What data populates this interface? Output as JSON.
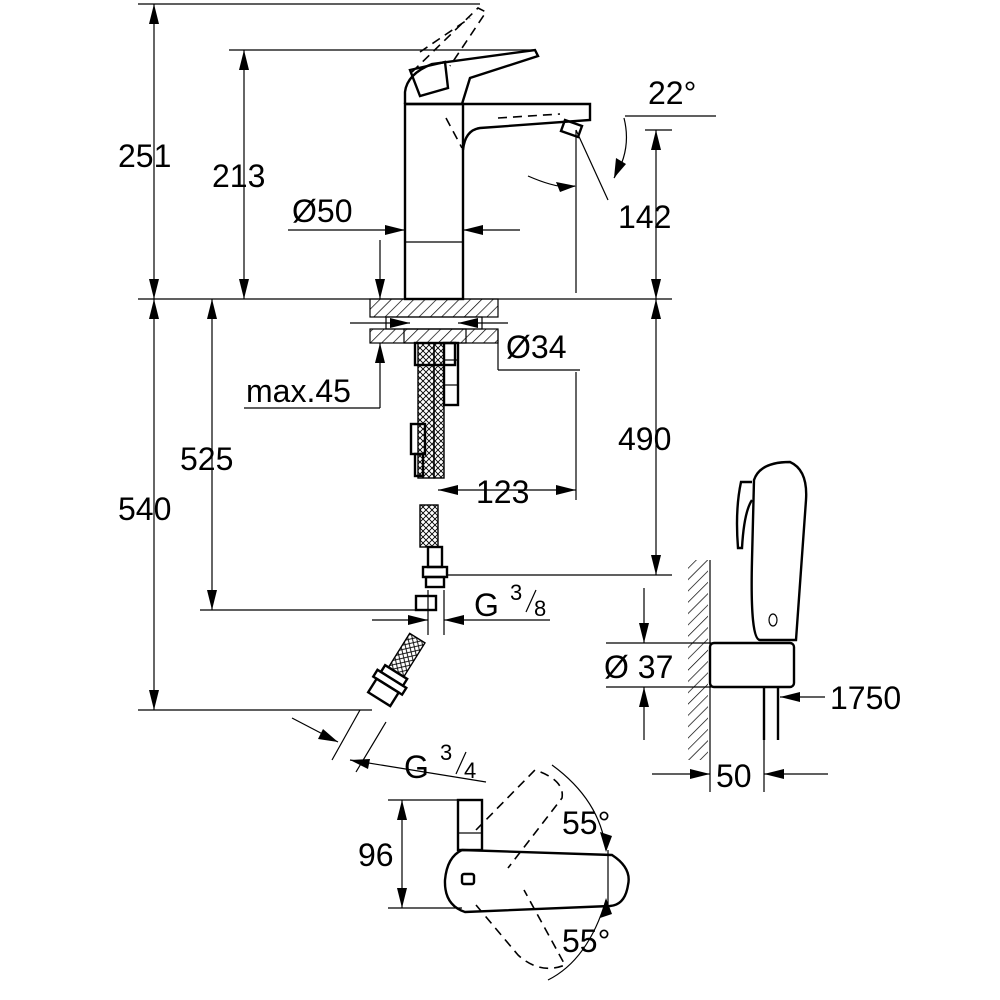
{
  "dimensions": {
    "total_height_lever_open": "251",
    "spout_height": "213",
    "body_diameter": "Ø50",
    "lever_tilt_angle": "22°",
    "outlet_height": "142",
    "hole_diameter": "Ø34",
    "max_deck_thickness": "max.45",
    "hose_length_525": "525",
    "hose_length_540": "540",
    "hose_length_490": "490",
    "projection": "123",
    "thread_top_prefix": "G",
    "thread_top_num": "3",
    "thread_top_den": "8",
    "thread_bottom_prefix": "G",
    "thread_bottom_num": "3",
    "thread_bottom_den": "4",
    "holder_diameter": "Ø 37",
    "shower_hose_length": "1750",
    "holder_projection": "50",
    "lever_height": "96",
    "lever_rotation_top": "55°",
    "lever_rotation_bottom": "55°"
  }
}
